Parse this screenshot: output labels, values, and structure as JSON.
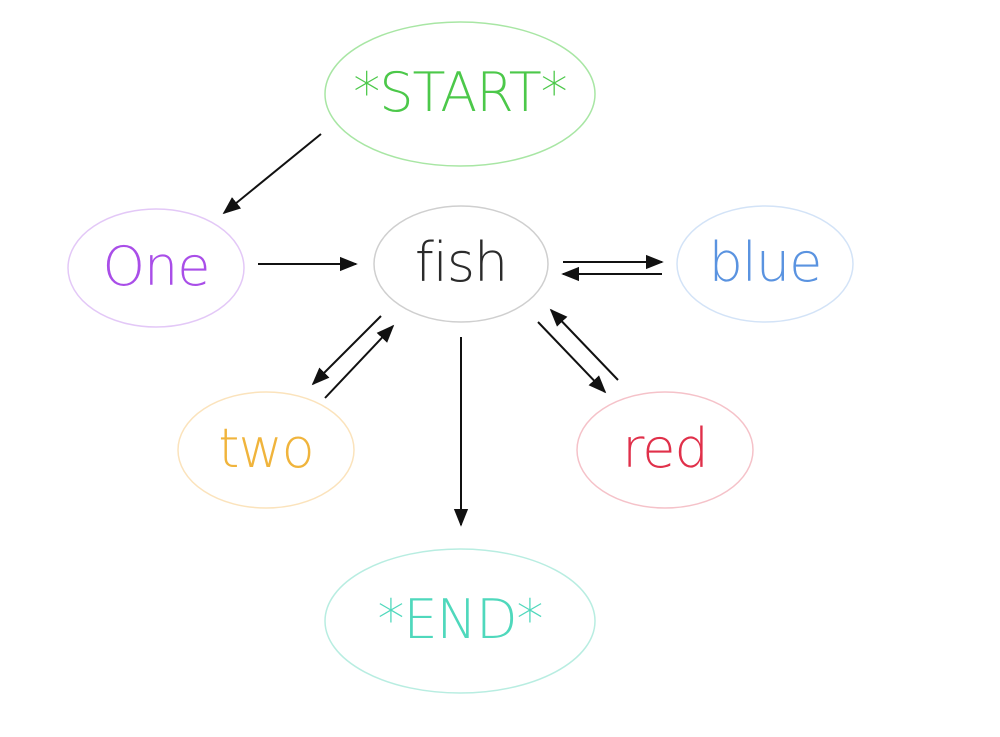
{
  "nodes": {
    "start": {
      "label": "*START*",
      "text_color": "#4cc84a",
      "border_color": "#a8e6a4"
    },
    "one": {
      "label": "One",
      "text_color": "#a94ee8",
      "border_color": "#e3c8f7"
    },
    "fish": {
      "label": "fish",
      "text_color": "#2b2b2b",
      "border_color": "#cfcfcf"
    },
    "blue": {
      "label": "blue",
      "text_color": "#5a93e0",
      "border_color": "#d3e3f7"
    },
    "two": {
      "label": "two",
      "text_color": "#f0b43c",
      "border_color": "#fbe3bc"
    },
    "red": {
      "label": "red",
      "text_color": "#e0304a",
      "border_color": "#f5c2c9"
    },
    "end": {
      "label": "*END*",
      "text_color": "#4fd8bc",
      "border_color": "#b8ede1"
    }
  },
  "edges": [
    {
      "from": "start",
      "to": "one"
    },
    {
      "from": "one",
      "to": "fish"
    },
    {
      "from": "fish",
      "to": "blue"
    },
    {
      "from": "blue",
      "to": "fish"
    },
    {
      "from": "fish",
      "to": "two"
    },
    {
      "from": "two",
      "to": "fish"
    },
    {
      "from": "fish",
      "to": "red"
    },
    {
      "from": "red",
      "to": "fish"
    },
    {
      "from": "fish",
      "to": "end"
    }
  ],
  "colors": {
    "arrow": "#111111",
    "background": "#ffffff"
  }
}
